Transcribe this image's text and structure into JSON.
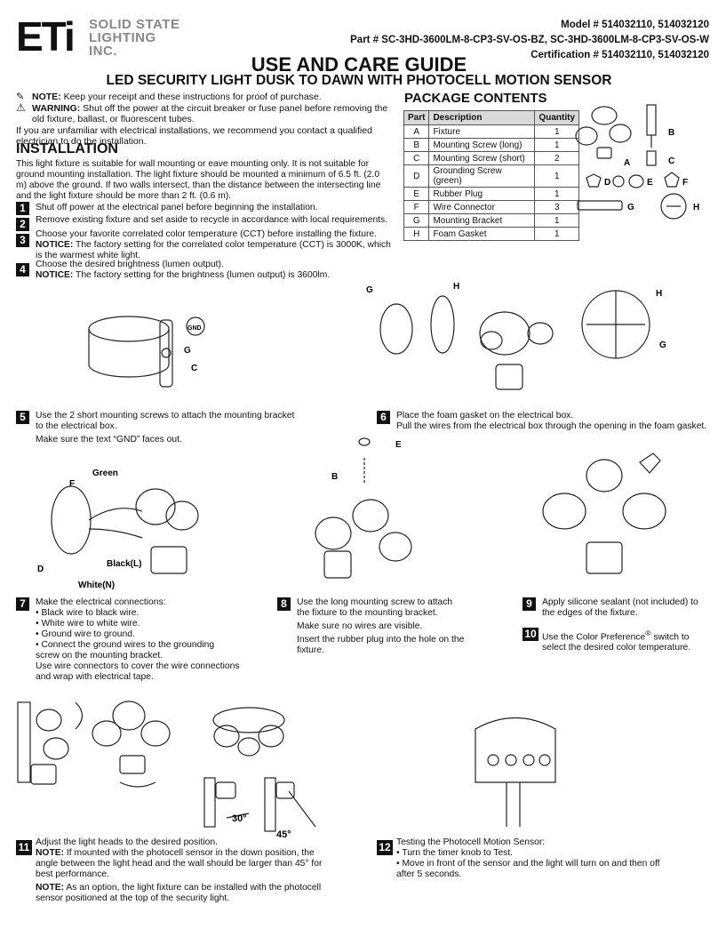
{
  "logo": {
    "brand": "ETi",
    "line1": "SOLID STATE",
    "line2": "LIGHTING",
    "line3": "INC."
  },
  "header": {
    "model": "Model # 514032110, 514032120",
    "part": "Part # SC-3HD-3600LM-8-CP3-SV-OS-BZ, SC-3HD-3600LM-8-CP3-SV-OS-W",
    "cert": "Certification # 514032110, 514032120"
  },
  "title": "USE AND CARE GUIDE",
  "subtitle": "LED SECURITY LIGHT DUSK TO DAWN WITH PHOTOCELL MOTION SENSOR",
  "notes": {
    "note_label": "NOTE:",
    "note_text": "Keep your receipt and these instructions for proof of purchase.",
    "warn_label": "WARNING:",
    "warn_text": "Shut off the power at the circuit breaker or fuse panel before removing the old fixture, ballast, or fluorescent tubes.",
    "unfamiliar": "If you are unfamiliar with electrical installations, we recommend you contact a qualified electrician to do the installation."
  },
  "installation": {
    "heading": "INSTALLATION",
    "intro": "This light fixture is suitable for wall mounting or eave mounting only. It is not suitable for ground mounting installation. The light fixture should be mounted a minimum of 6.5 ft. (2.0 m) above the ground. If two walls intersect, than the distance between the intersecting line and the light fixture should be more than 2 ft. (0.6 m)."
  },
  "steps": {
    "s1": "Shut off power at the electrical panel before beginning the installation.",
    "s2": "Remove existing fixture and set aside to recycle in accordance with local requirements.",
    "s3": "Choose your favorite correlated color temperature (CCT) before installing the fixture.",
    "s3_notice_label": "NOTICE:",
    "s3_notice": "The factory setting for the correlated color temperature (CCT) is 3000K, which is the warmest white light.",
    "s4": "Choose the desired brightness (lumen output).",
    "s4_notice_label": "NOTICE:",
    "s4_notice": "The factory setting for the brightness (lumen output) is 3600lm.",
    "s5a": "Use the 2 short mounting screws to attach the mounting bracket to the electrical box.",
    "s5b": "Make sure the text “GND” faces out.",
    "s6a": "Place the foam gasket on the electrical box.",
    "s6b": "Pull the wires from the electrical box through the opening in the foam gasket.",
    "s7_intro": "Make the electrical connections:",
    "s7_b1": "Black wire to black wire.",
    "s7_b2": "White wire to white wire.",
    "s7_b3": "Ground wire to ground.",
    "s7_b4": "Connect the ground wires to the grounding screw on the mounting bracket.",
    "s7_end": "Use wire connectors to cover the wire connections and wrap with electrical tape.",
    "s8a": "Use the long mounting screw to attach the fixture to the mounting bracket.",
    "s8b": "Make sure no wires are visible.",
    "s8c": "Insert the rubber plug into the hole on the fixture.",
    "s9": "Apply silicone sealant (not included) to the edges of the fixture.",
    "s10_pre": "Use the Color Preference",
    "s10_reg": "®",
    "s10_post": " switch to select the desired color temperature.",
    "s11a": "Adjust the light heads to the desired position.",
    "s11_notice_label": "NOTE:",
    "s11_notice": "If mounted with the photocell sensor in the down position, the angle between the light head and the wall should be larger than 45° for best performance.",
    "s11_note2_label": "NOTE:",
    "s11_note2": "As an option, the light fixture can be installed with the photocell sensor positioned at the top of the security light.",
    "s12_intro": "Testing the Photocell Motion Sensor:",
    "s12_b1": "Turn the timer knob to Test.",
    "s12_b2": "Move in front of the sensor and the light will turn on and then off after 5 seconds."
  },
  "step_numbers": [
    "1",
    "2",
    "3",
    "4",
    "5",
    "6",
    "7",
    "8",
    "9",
    "10",
    "11",
    "12"
  ],
  "package": {
    "heading": "PACKAGE CONTENTS",
    "columns": [
      "Part",
      "Description",
      "Quantity"
    ],
    "rows": [
      [
        "A",
        "Fixture",
        "1"
      ],
      [
        "B",
        "Mounting Screw (long)",
        "1"
      ],
      [
        "C",
        "Mounting Screw (short)",
        "2"
      ],
      [
        "D",
        "Grounding Screw (green)",
        "1"
      ],
      [
        "E",
        "Rubber Plug",
        "1"
      ],
      [
        "F",
        "Wire Connector",
        "3"
      ],
      [
        "G",
        "Mounting Bracket",
        "1"
      ],
      [
        "H",
        "Foam Gasket",
        "1"
      ]
    ]
  },
  "labels": {
    "A": "A",
    "B": "B",
    "C": "C",
    "D": "D",
    "E": "E",
    "F": "F",
    "G": "G",
    "H": "H",
    "gnd": "GND",
    "green": "Green",
    "black": "Black(L)",
    "white": "White(N)",
    "angle30": "30°",
    "angle45": "45°"
  }
}
